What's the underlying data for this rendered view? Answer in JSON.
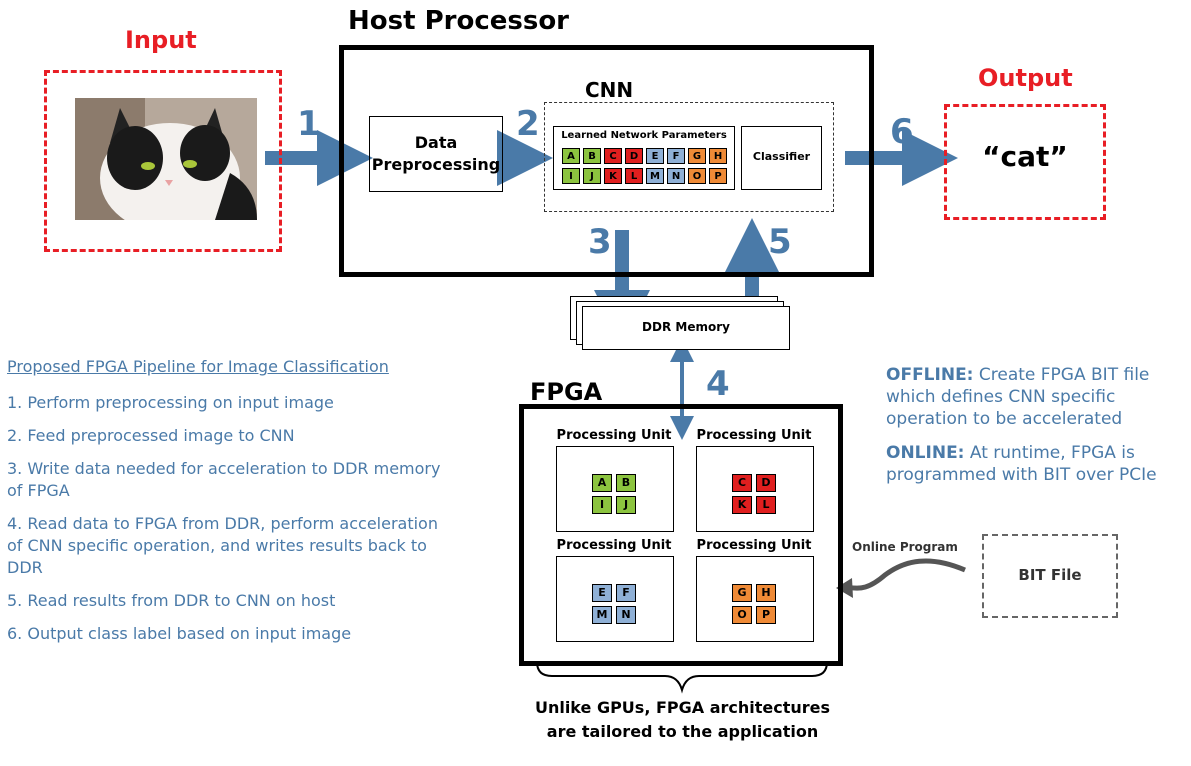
{
  "labels": {
    "input": "Input",
    "output": "Output",
    "host_processor": "Host Processor",
    "cnn": "CNN",
    "data_preprocessing_line1": "Data",
    "data_preprocessing_line2": "Preprocessing",
    "learned_params": "Learned Network Parameters",
    "classifier": "Classifier",
    "output_value": "“cat”",
    "ddr_memory": "DDR Memory",
    "fpga": "FPGA",
    "processing_unit": "Processing Unit",
    "online_program": "Online Program",
    "bit_file": "BIT File",
    "caption_line1": "Unlike GPUs, FPGA architectures",
    "caption_line2": "are tailored to the application"
  },
  "steps": {
    "s1": "1",
    "s2": "2",
    "s3": "3",
    "s4": "4",
    "s5": "5",
    "s6": "6"
  },
  "params_row1": [
    "A",
    "B",
    "C",
    "D",
    "E",
    "F",
    "G",
    "H"
  ],
  "params_row2": [
    "I",
    "J",
    "K",
    "L",
    "M",
    "N",
    "O",
    "P"
  ],
  "units": [
    {
      "cells": [
        "A",
        "B",
        "I",
        "J"
      ],
      "color": "#8cc43f"
    },
    {
      "cells": [
        "C",
        "D",
        "K",
        "L"
      ],
      "color": "#e01f1f"
    },
    {
      "cells": [
        "E",
        "F",
        "M",
        "N"
      ],
      "color": "#8fb0d6"
    },
    {
      "cells": [
        "G",
        "H",
        "O",
        "P"
      ],
      "color": "#ef8a36"
    }
  ],
  "pipeline": {
    "title": "Proposed FPGA Pipeline for Image Classification",
    "items": [
      "1. Perform preprocessing on input image",
      "2. Feed preprocessed image to CNN",
      "3. Write data needed for acceleration to DDR memory of FPGA",
      "4. Read data to FPGA from DDR, perform acceleration of CNN specific operation, and writes results back to DDR",
      "5. Read results from DDR to CNN on host",
      "6. Output class label based on input image"
    ]
  },
  "notes": {
    "offline_label": "OFFLINE:",
    "offline_text": "Create FPGA BIT file which defines CNN specific operation to be accelerated",
    "online_label": "ONLINE:",
    "online_text": "At runtime, FPGA is programmed with BIT over PCIe"
  },
  "colors": {
    "accent_red": "#e81e25",
    "arrow_blue": "#4a7aa8",
    "green": "#8cc43f",
    "red": "#e01f1f",
    "blue": "#8fb0d6",
    "orange": "#ef8a36"
  }
}
